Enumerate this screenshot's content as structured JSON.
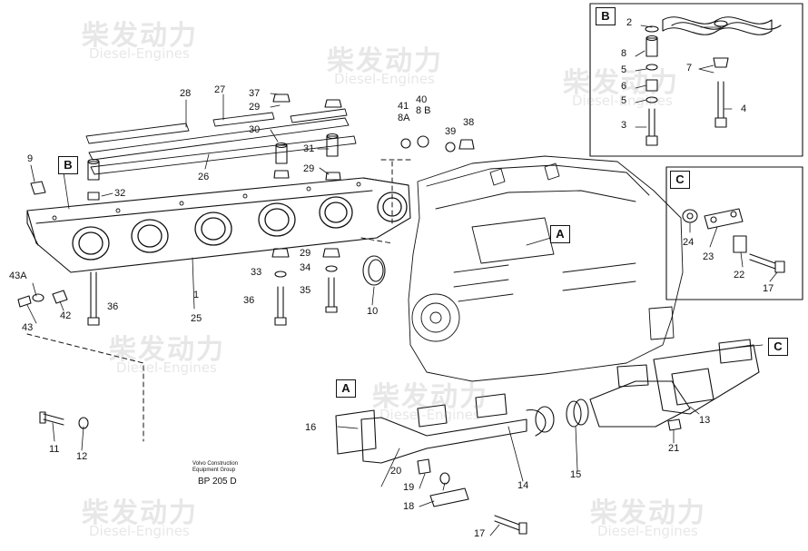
{
  "watermark": {
    "cn": "柴发动力",
    "en": "Diesel-Engines"
  },
  "box_labels": {
    "A": "A",
    "B": "B",
    "C": "C"
  },
  "caption": {
    "line1": "Volvo Construction",
    "line2": "Equipment Group",
    "code": "BP 205 D"
  },
  "callouts": {
    "p28": "28",
    "p27": "27",
    "p37": "37",
    "p29a": "29",
    "p30": "30",
    "p31": "31",
    "p29b": "29",
    "p26": "26",
    "p32": "32",
    "p9": "9",
    "p41": "41",
    "p40": "40",
    "p8a": "8A",
    "p8b": "8 B",
    "p39": "39",
    "p38": "38",
    "p29c": "29",
    "p34": "34",
    "p33": "33",
    "p35": "35",
    "p36a": "36",
    "p36b": "36",
    "p25": "25",
    "p1": "1",
    "p10": "10",
    "p43a": "43A",
    "p42": "42",
    "p43": "43",
    "p11": "11",
    "p12": "12",
    "b2": "2",
    "b8": "8",
    "b5a": "5",
    "b6": "6",
    "b5b": "5",
    "b3": "3",
    "b7": "7",
    "b4": "4",
    "c24": "24",
    "c23": "23",
    "c22": "22",
    "c17": "17",
    "p16": "16",
    "p20": "20",
    "p19": "19",
    "p18": "18",
    "p17": "17",
    "p14": "14",
    "p15": "15",
    "p13": "13",
    "p21": "21"
  }
}
